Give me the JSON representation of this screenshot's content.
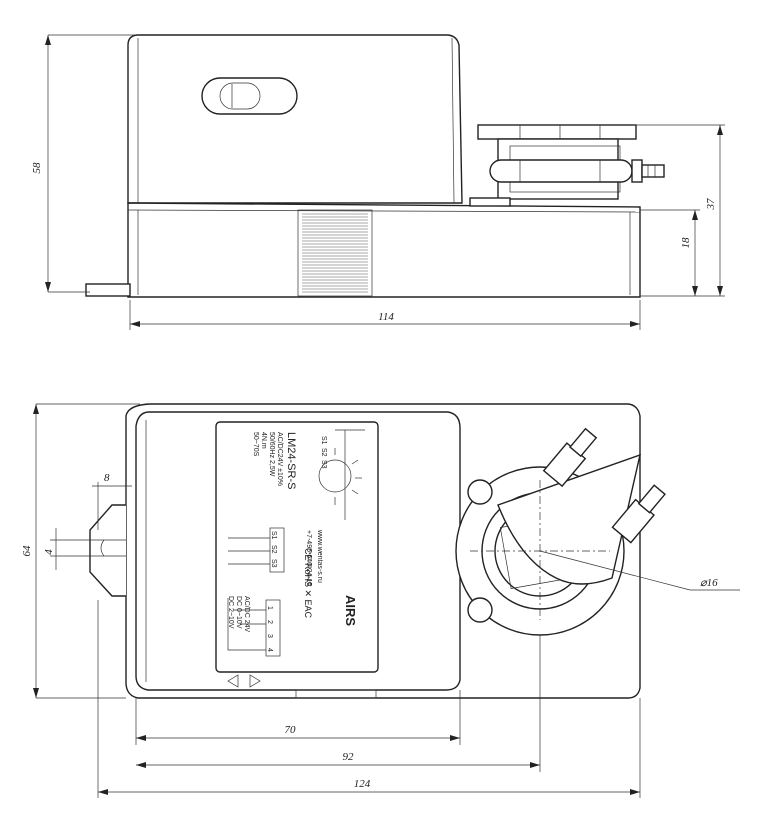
{
  "dimensions": {
    "side_height": "58",
    "side_width": "114",
    "shaft_height": "37",
    "base_height": "18",
    "top_height": "64",
    "slot_width": "8",
    "slot_gap": "4",
    "length_70": "70",
    "length_92": "92",
    "length_124": "124",
    "shaft_diameter": "⌀16"
  },
  "label": {
    "model": "LM24-SR-S",
    "voltage": "AC/DC24V ±10%",
    "freq_power": "50/60Hz 2,5W",
    "torque": "4N.m",
    "time": "50~70S",
    "switches": [
      "S1",
      "S2",
      "S3"
    ],
    "marks": "CE RoHS ✕ EAC",
    "website": "www.wentas-s.ru",
    "phone": "+7-495-640-24-15",
    "brand": "AIRS",
    "wiring": [
      "AC/DC 24V",
      "DC 0~10V",
      "DC 2~10V"
    ],
    "terminals": [
      "1",
      "2",
      "3",
      "4"
    ],
    "switch_top": [
      "S1",
      "S2",
      "S3"
    ]
  }
}
